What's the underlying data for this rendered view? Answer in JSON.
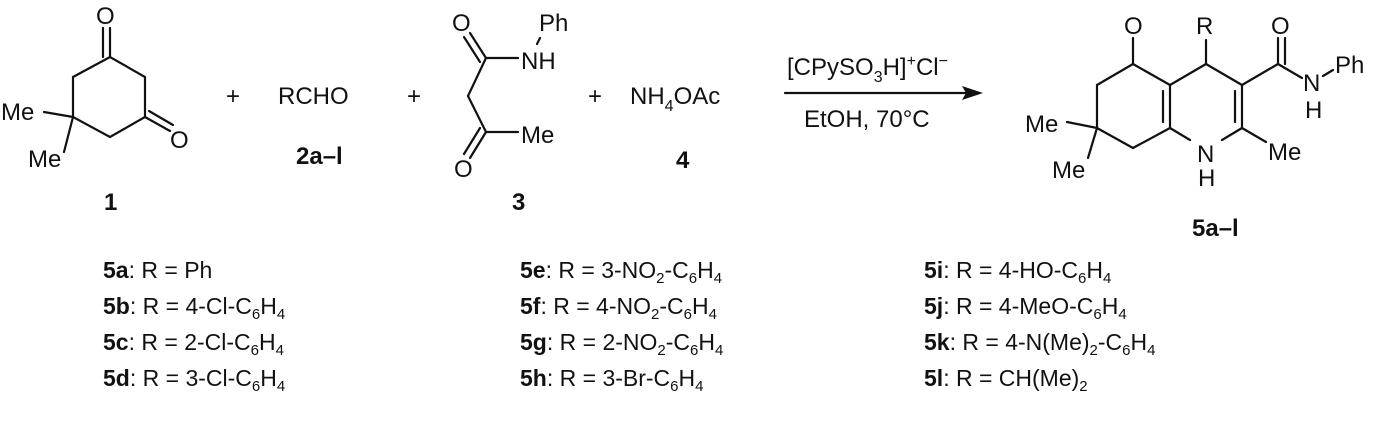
{
  "scheme": {
    "reagents": {
      "c1": {
        "label": "1",
        "substituents": [
          "Me",
          "Me",
          "O",
          "O"
        ]
      },
      "c2": {
        "formula": "RCHO",
        "label": "2a–l"
      },
      "c3": {
        "label": "3",
        "atoms": [
          "O",
          "NH",
          "Ph",
          "Me",
          "O"
        ]
      },
      "c4": {
        "formula_pre": "NH",
        "formula_sub": "4",
        "formula_post": "OAc",
        "label": "4"
      }
    },
    "plus": "+",
    "conditions": {
      "catalyst_pre": "[CPySO",
      "catalyst_sub": "3",
      "catalyst_mid": "H]",
      "catalyst_sup1": "+",
      "catalyst_cl": "Cl",
      "catalyst_sup2": "−",
      "solvent_temp": "EtOH, 70°C"
    },
    "product": {
      "label": "5a–l",
      "atoms": {
        "o5": "O",
        "r": "R",
        "o_amide": "O",
        "n_amide": "N",
        "h_amide": "H",
        "ph": "Ph",
        "me_a": "Me",
        "me_b": "Me",
        "n1": "N",
        "h1": "H",
        "me2": "Me"
      }
    }
  },
  "substituents": {
    "columns": [
      [
        {
          "id": "5a",
          "text": ": R = Ph"
        },
        {
          "id": "5b",
          "text": ": R = 4-Cl-C",
          "s1": "6",
          "t2": "H",
          "s2": "4"
        },
        {
          "id": "5c",
          "text": ": R = 2-Cl-C",
          "s1": "6",
          "t2": "H",
          "s2": "4"
        },
        {
          "id": "5d",
          "text": ": R = 3-Cl-C",
          "s1": "6",
          "t2": "H",
          "s2": "4"
        }
      ],
      [
        {
          "id": "5e",
          "text": ": R = 3-NO",
          "s0": "2",
          "t1": "-C",
          "s1": "6",
          "t2": "H",
          "s2": "4"
        },
        {
          "id": "5f",
          "text": ": R = 4-NO",
          "s0": "2",
          "t1": "-C",
          "s1": "6",
          "t2": "H",
          "s2": "4"
        },
        {
          "id": "5g",
          "text": ": R = 2-NO",
          "s0": "2",
          "t1": "-C",
          "s1": "6",
          "t2": "H",
          "s2": "4"
        },
        {
          "id": "5h",
          "text": ": R = 3-Br-C",
          "s1": "6",
          "t2": "H",
          "s2": "4"
        }
      ],
      [
        {
          "id": "5i",
          "text": ": R = 4-HO-C",
          "s1": "6",
          "t2": "H",
          "s2": "4"
        },
        {
          "id": "5j",
          "text": ": R = 4-MeO-C",
          "s1": "6",
          "t2": "H",
          "s2": "4"
        },
        {
          "id": "5k",
          "text": ": R = 4-N(Me)",
          "s0": "2",
          "t1": "-C",
          "s1": "6",
          "t2": "H",
          "s2": "4"
        },
        {
          "id": "5l",
          "text": ": R = CH(Me)",
          "s0": "2"
        }
      ]
    ]
  }
}
